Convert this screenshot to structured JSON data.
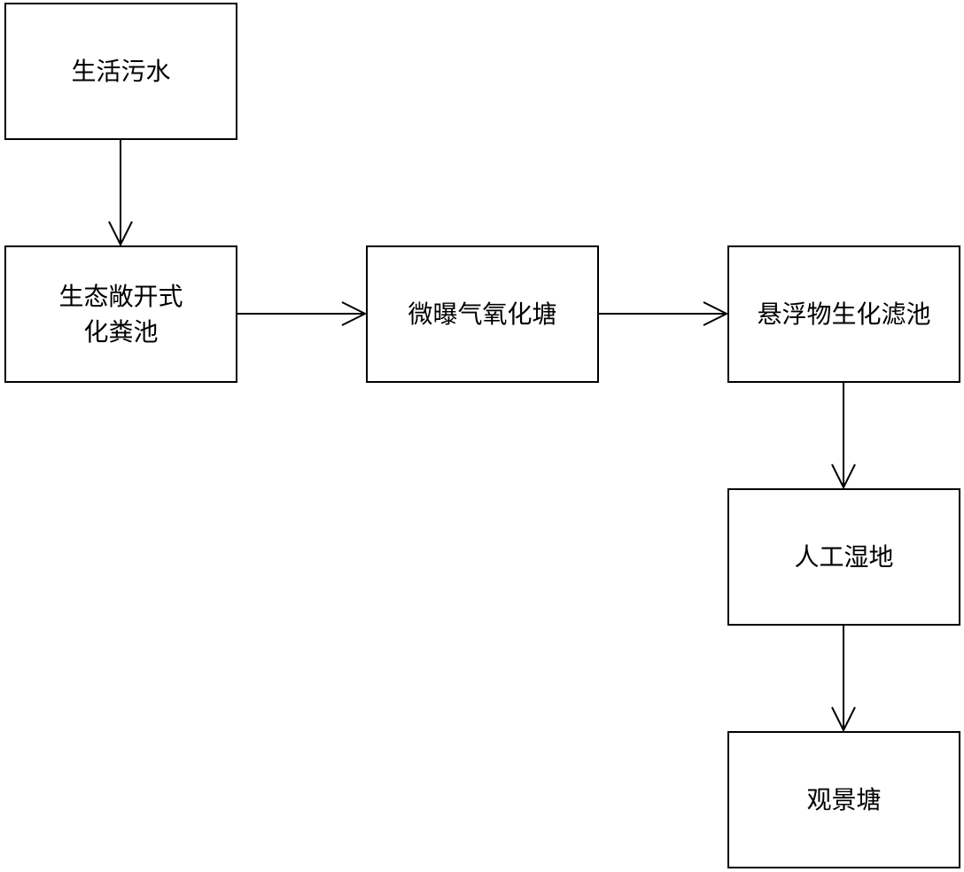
{
  "diagram": {
    "nodes": {
      "sewage": "生活污水",
      "septic_tank": "生态敞开式\n化粪池",
      "aeration_pond": "微曝气氧化塘",
      "filter": "悬浮物生化滤池",
      "wetland": "人工湿地",
      "landscape_pond": "观景塘"
    },
    "edges": [
      [
        "sewage",
        "septic_tank"
      ],
      [
        "septic_tank",
        "aeration_pond"
      ],
      [
        "aeration_pond",
        "filter"
      ],
      [
        "filter",
        "wetland"
      ],
      [
        "wetland",
        "landscape_pond"
      ]
    ],
    "colors": {
      "stroke": "#000000",
      "background": "#ffffff"
    }
  }
}
